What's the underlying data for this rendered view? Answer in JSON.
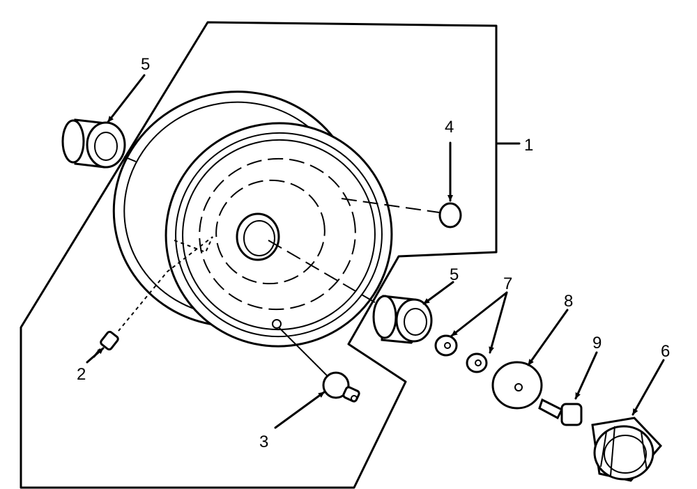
{
  "diagram": {
    "colors": {
      "ink": "#000000",
      "paper": "#ffffff"
    },
    "callouts": [
      {
        "id": "c1",
        "label": "1"
      },
      {
        "id": "c2",
        "label": "2"
      },
      {
        "id": "c3",
        "label": "3"
      },
      {
        "id": "c4",
        "label": "4"
      },
      {
        "id": "c5a",
        "label": "5"
      },
      {
        "id": "c5b",
        "label": "5"
      },
      {
        "id": "c6",
        "label": "6"
      },
      {
        "id": "c7",
        "label": "7"
      },
      {
        "id": "c8",
        "label": "8"
      },
      {
        "id": "c9",
        "label": "9"
      }
    ]
  }
}
